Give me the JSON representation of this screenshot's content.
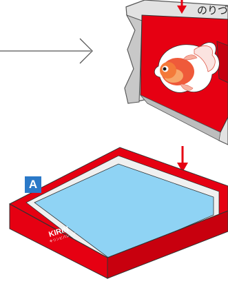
{
  "step_label": "A",
  "glue_label": "のりづ",
  "brand": {
    "name": "KIRIN",
    "sub": "キリンビバレッジ"
  },
  "colors": {
    "box_red": "#e60012",
    "pool_blue": "#8fd3f4",
    "card_gray": "#d9d9d9",
    "badge_blue": "#2b79c8"
  },
  "icons": [
    "right-arrow-icon",
    "down-arrow-icon",
    "goldfish-icon"
  ]
}
